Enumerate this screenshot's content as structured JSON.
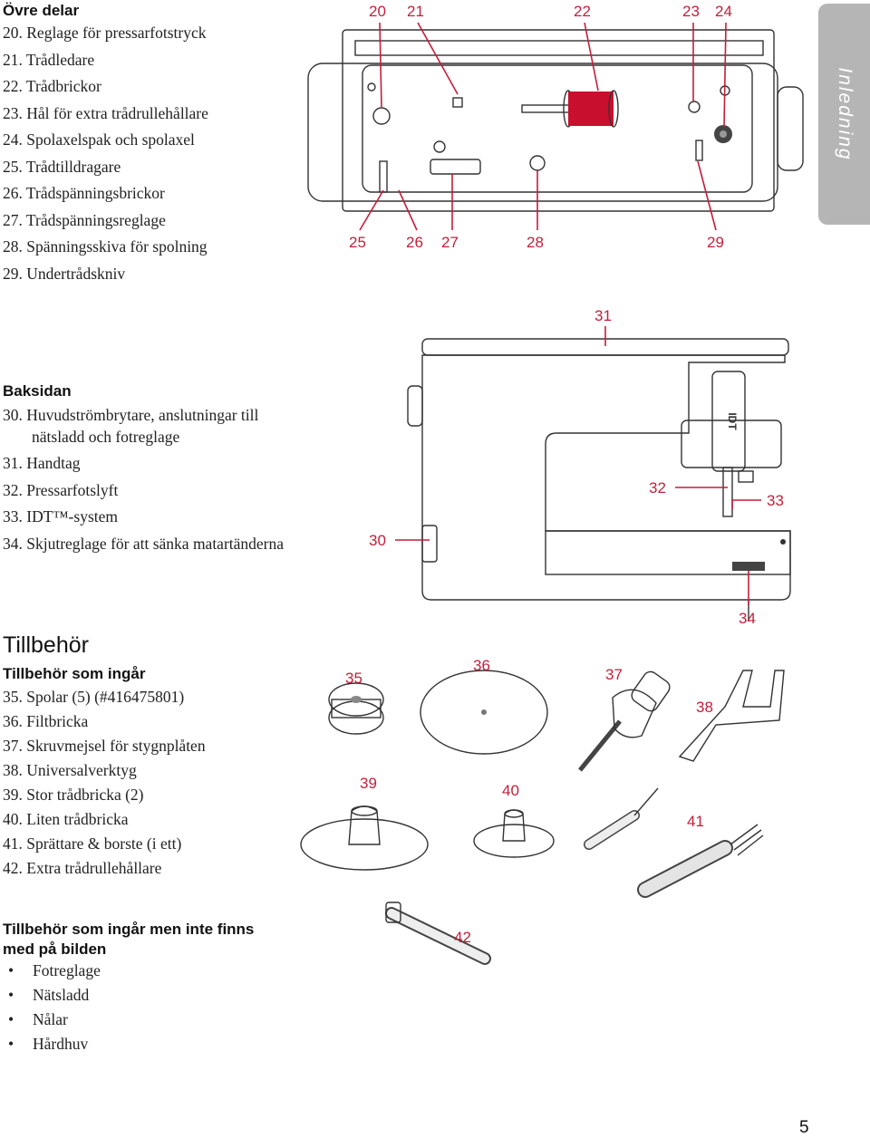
{
  "side_tab": "Inledning",
  "page_number": "5",
  "upper_parts": {
    "heading": "Övre delar",
    "items": [
      "20. Reglage för pressarfotstryck",
      "21. Trådledare",
      "22. Trådbrickor",
      "23. Hål för extra trådrullehållare",
      "24. Spolaxelspak och spolaxel",
      "25. Trådtilldragare",
      "26. Trådspänningsbrickor",
      "27. Trådspänningsreglage",
      "28. Spänningsskiva för spolning",
      "29. Undertrådskniv"
    ],
    "callouts": [
      "20",
      "21",
      "22",
      "23",
      "24",
      "25",
      "26",
      "27",
      "28",
      "29"
    ]
  },
  "back_side": {
    "heading": "Baksidan",
    "items": [
      "30. Huvudströmbrytare, anslutningar till",
      "nätsladd och fotreglage",
      "31. Handtag",
      "32. Pressarfotslyft",
      "33. IDT™-system",
      "34. Skjutreglage för att sänka matartänderna"
    ],
    "callouts": [
      "30",
      "31",
      "32",
      "33",
      "34"
    ],
    "idt_logo_text": "IDT"
  },
  "accessories": {
    "title": "Tillbehör",
    "heading": "Tillbehör som ingår",
    "items": [
      "35. Spolar (5) (#416475801)",
      "36. Filtbricka",
      "37. Skruvmejsel för stygnplåten",
      "38. Universalverktyg",
      "39. Stor trådbricka (2)",
      "40. Liten trådbricka",
      "41. Sprättare & borste (i ett)",
      "42. Extra trådrullehållare"
    ],
    "callouts": [
      "35",
      "36",
      "37",
      "38",
      "39",
      "40",
      "41",
      "42"
    ]
  },
  "not_pictured": {
    "heading_line1": "Tillbehör som ingår men inte finns",
    "heading_line2": "med på bilden",
    "items": [
      "Fotreglage",
      "Nätsladd",
      "Nålar",
      "Hårdhuv"
    ]
  },
  "colors": {
    "callout": "#c41e3a",
    "tab": "#b5b5b5",
    "spool": "#c8102e",
    "outline": "#333333"
  }
}
